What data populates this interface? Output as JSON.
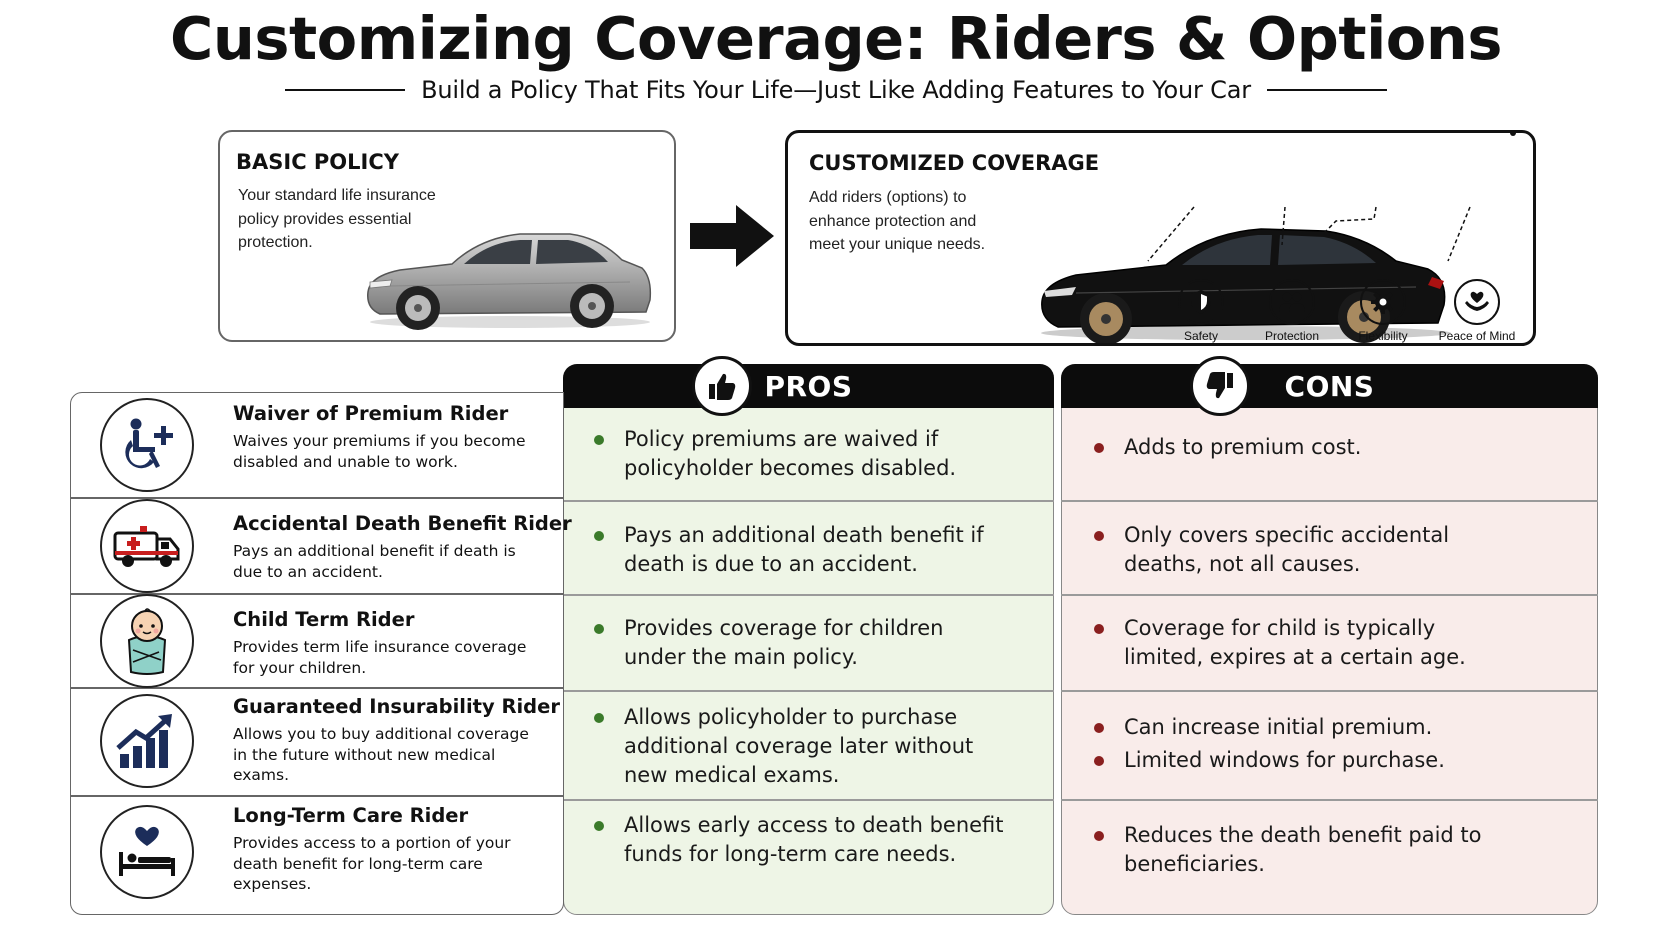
{
  "header": {
    "title": "Customizing Coverage: Riders & Options",
    "subtitle": "Build a Policy That Fits Your Life—Just Like Adding Features to Your Car"
  },
  "basic_policy": {
    "title": "BASIC POLICY",
    "description": "Your standard life insurance policy provides essential protection."
  },
  "customized_coverage": {
    "title": "CUSTOMIZED COVERAGE",
    "description": "Add riders (options) to enhance protection and meet your unique needs.",
    "benefits": [
      {
        "label": "Safety",
        "icon": "shield-icon"
      },
      {
        "label": "Protection",
        "icon": "people-icon"
      },
      {
        "label": "Flexibility",
        "icon": "gear-icon"
      },
      {
        "label": "Peace of Mind",
        "icon": "heart-hand-icon"
      }
    ]
  },
  "columns": {
    "pros_label": "PROS",
    "cons_label": "CONS"
  },
  "riders": [
    {
      "name": "Waiver of Premium Rider",
      "description": "Waives your premiums if you become disabled and unable to work.",
      "icon": "wheelchair-icon",
      "pros": [
        "Policy premiums are waived if policyholder becomes disabled."
      ],
      "cons": [
        "Adds to premium cost."
      ]
    },
    {
      "name": "Accidental Death Benefit Rider",
      "description": "Pays an additional benefit if death is due to an accident.",
      "icon": "ambulance-icon",
      "pros": [
        "Pays an additional death benefit if death is due to an accident."
      ],
      "cons": [
        "Only covers specific accidental deaths, not all causes."
      ]
    },
    {
      "name": "Child Term Rider",
      "description": "Provides term life insurance coverage for your children.",
      "icon": "baby-icon",
      "pros": [
        "Provides coverage for children under the main policy."
      ],
      "cons": [
        "Coverage for child is typically limited, expires at a certain age."
      ]
    },
    {
      "name": "Guaranteed Insurability Rider",
      "description": "Allows you to buy additional coverage in the future without new medical exams.",
      "icon": "growth-chart-icon",
      "pros": [
        "Allows policyholder to purchase additional coverage later without new medical exams."
      ],
      "cons": [
        "Can increase initial premium.",
        "Limited windows for purchase."
      ]
    },
    {
      "name": "Long-Term Care Rider",
      "description": "Provides access to a portion of your death benefit for long-term care expenses.",
      "icon": "care-bed-icon",
      "pros": [
        "Allows early access to death benefit funds for long-term care needs."
      ],
      "cons": [
        "Reduces the death benefit paid to beneficiaries."
      ]
    }
  ],
  "colors": {
    "pros_bg": "#eef5e6",
    "cons_bg": "#f9ecea",
    "header_black": "#0c0c0c",
    "icon_navy": "#1c2d5a"
  }
}
